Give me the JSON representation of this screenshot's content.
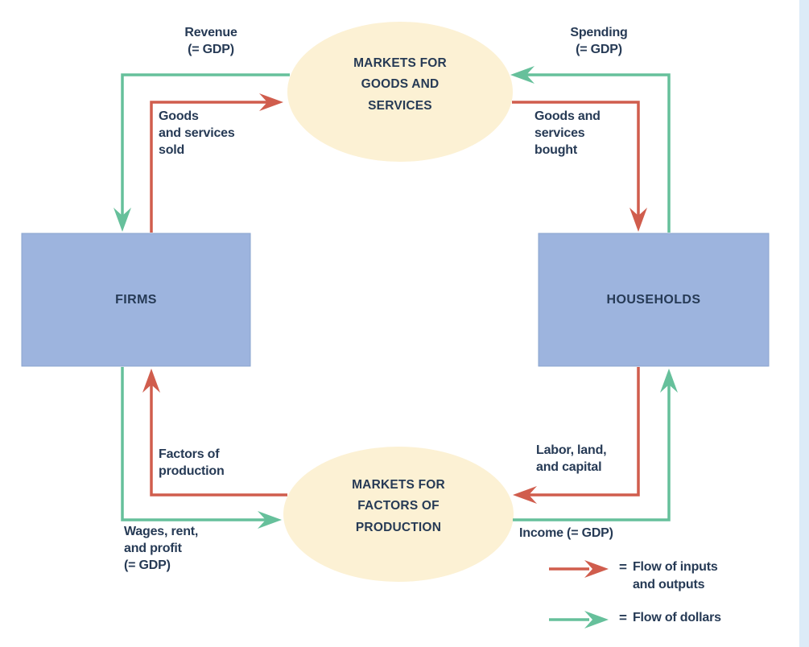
{
  "nodes": {
    "markets_goods": "MARKETS FOR\nGOODS AND\nSERVICES",
    "markets_factors": "MARKETS FOR\nFACTORS OF\nPRODUCTION",
    "firms": "FIRMS",
    "households": "HOUSEHOLDS"
  },
  "flow_labels": {
    "revenue": "Revenue\n(= GDP)",
    "goods_sold": "Goods\nand services\nsold",
    "spending": "Spending\n(= GDP)",
    "goods_bought": "Goods and\nservices\nbought",
    "factors_of_production": "Factors of\nproduction",
    "wages": "Wages, rent,\nand profit\n(= GDP)",
    "labor_land_capital": "Labor, land,\nand capital",
    "income": "Income (= GDP)"
  },
  "legend": {
    "items": [
      {
        "symbol": "=",
        "label": "Flow of inputs\nand outputs"
      },
      {
        "symbol": "=",
        "label": "Flow of dollars"
      }
    ]
  },
  "colors": {
    "flow_dollars_green": "#66c09b",
    "flow_inputs_outputs_red": "#d05d4d",
    "market_ellipse_fill": "#fcf1d4",
    "sector_box_fill": "#9db4de",
    "label_text": "#263a55",
    "page_edge_strip": "#dcebf7",
    "background": "#ffffff"
  }
}
